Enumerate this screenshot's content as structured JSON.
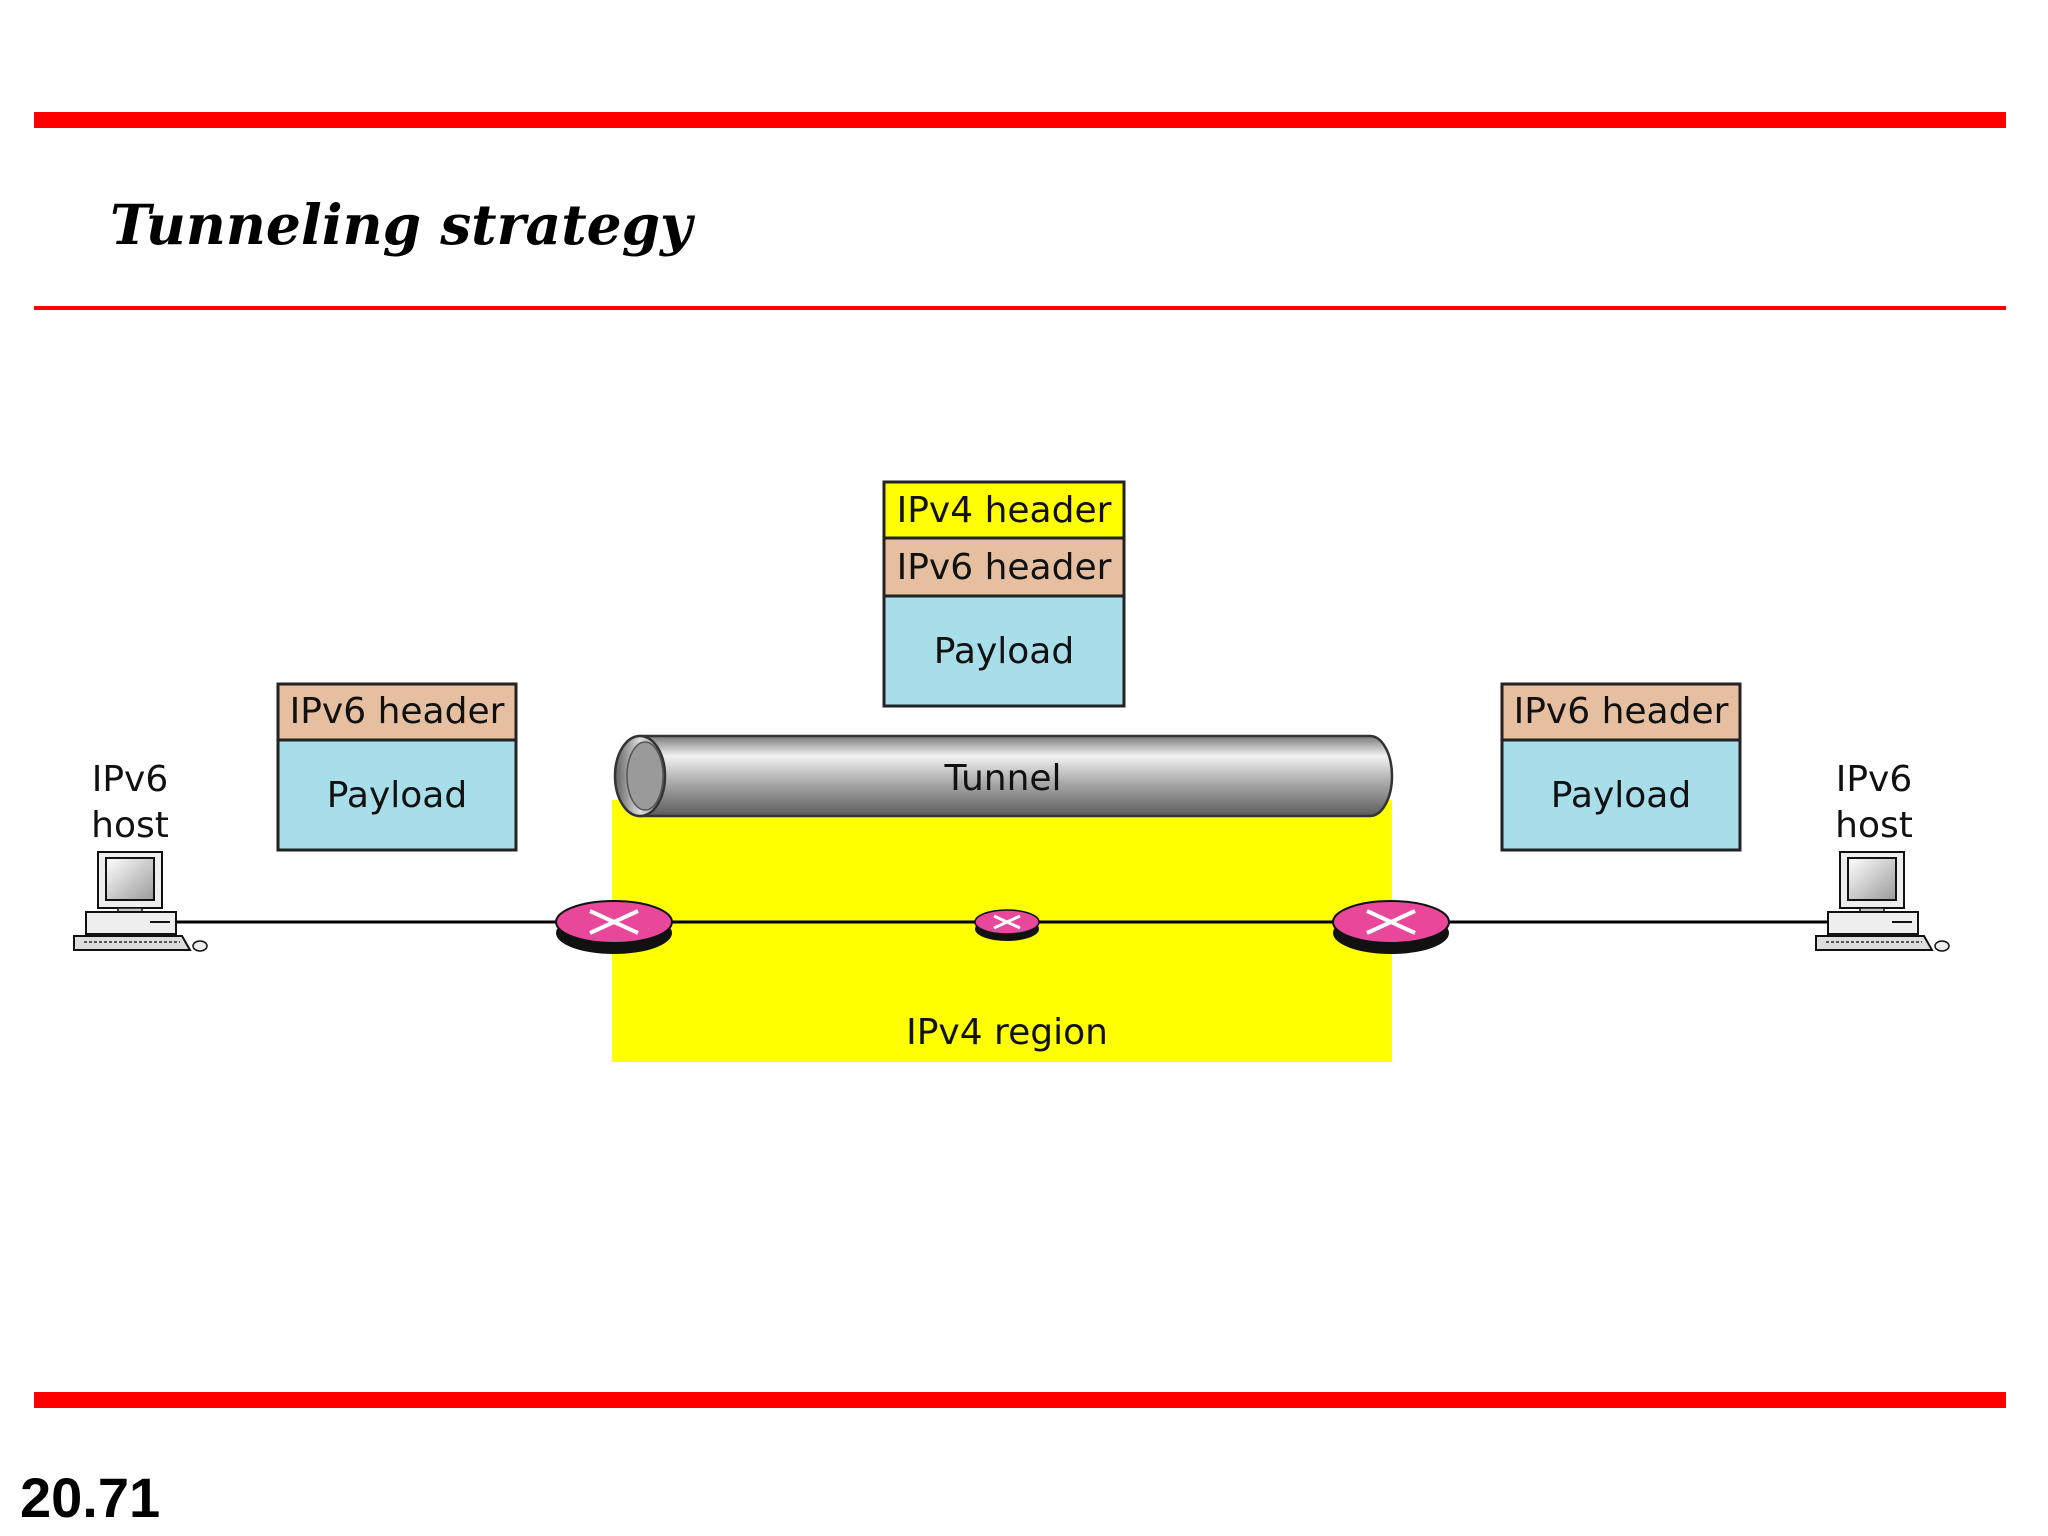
{
  "slide": {
    "title": "Tunneling strategy",
    "number": "20.71"
  },
  "diagram": {
    "left_host": {
      "line1": "IPv6",
      "line2": "host"
    },
    "right_host": {
      "line1": "IPv6",
      "line2": "host"
    },
    "left_packet": {
      "header": "IPv6 header",
      "payload": "Payload"
    },
    "middle_packet": {
      "outer_header": "IPv4 header",
      "inner_header": "IPv6 header",
      "payload": "Payload"
    },
    "right_packet": {
      "header": "IPv6 header",
      "payload": "Payload"
    },
    "tunnel_label": "Tunnel",
    "region_label": "IPv4 region"
  },
  "colors": {
    "accent_red": "#ff0000",
    "region_yellow": "#ffff00",
    "ipv4_header": "#ffff00",
    "ipv6_header": "#e5bf9f",
    "payload": "#a7deea",
    "router_pink": "#e8479a"
  }
}
